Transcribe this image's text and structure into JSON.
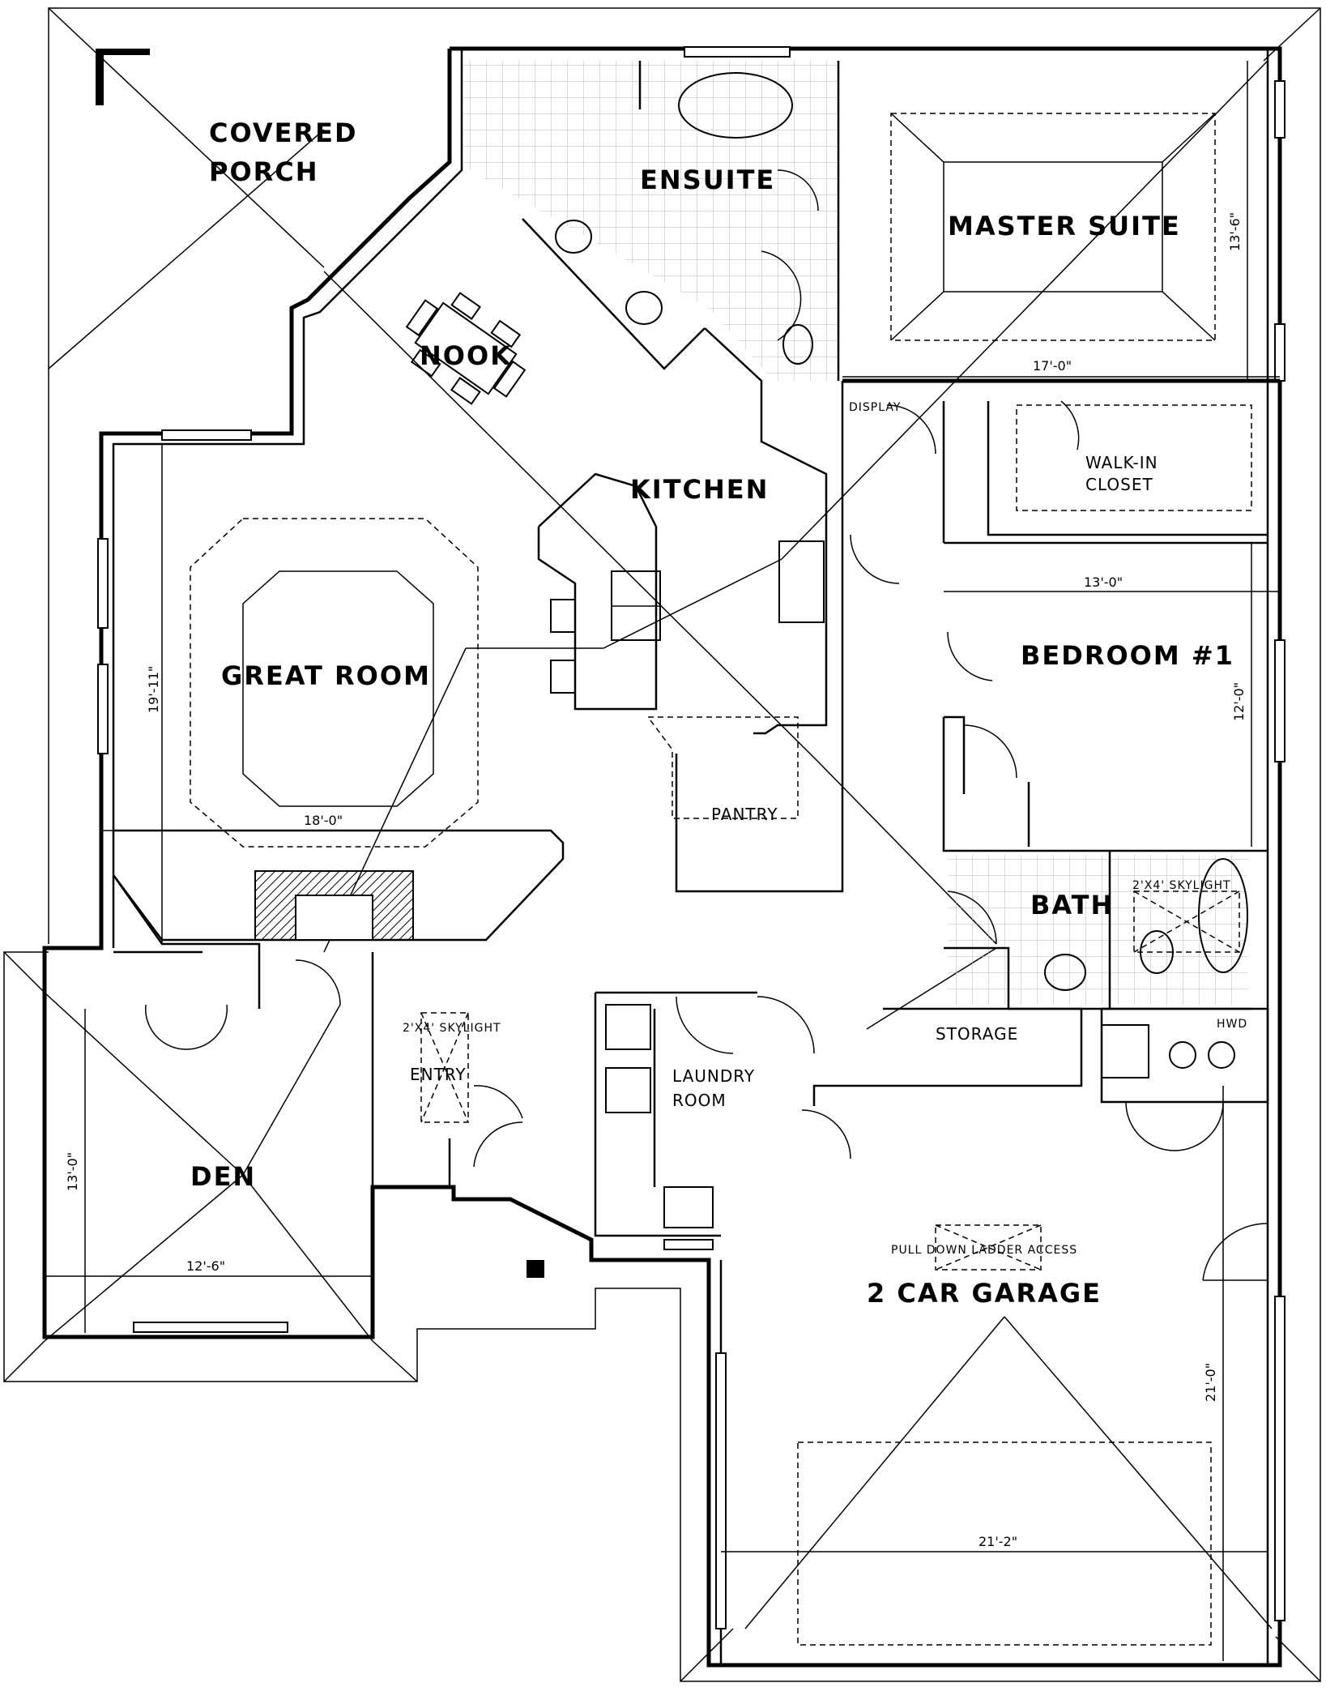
{
  "plan": {
    "rooms": {
      "covered_porch": [
        "COVERED",
        "PORCH"
      ],
      "ensuite": "ENSUITE",
      "master_suite": "MASTER SUITE",
      "nook": "NOOK",
      "kitchen": "KITCHEN",
      "walk_in_closet": [
        "WALK-IN",
        "CLOSET"
      ],
      "display": "DISPLAY",
      "great_room": "GREAT ROOM",
      "bedroom_1": "BEDROOM #1",
      "pantry": "PANTRY",
      "bath": "BATH",
      "storage": "STORAGE",
      "laundry_room": [
        "LAUNDRY",
        "ROOM"
      ],
      "entry": "ENTRY",
      "den": "DEN",
      "garage": "2 CAR GARAGE"
    },
    "notes": {
      "skylight_entry": "2'X4' SKYLIGHT",
      "skylight_bath": "2'X4' SKYLIGHT",
      "ladder_access": "PULL DOWN LADDER ACCESS",
      "hwd": "HWD"
    },
    "dimensions": {
      "master_depth": "13'-6\"",
      "master_width": "17'-0\"",
      "bedroom_width": "13'-0\"",
      "bedroom_depth": "12'-0\"",
      "great_room_depth": "19'-11\"",
      "great_room_width": "18'-0\"",
      "den_depth": "13'-0\"",
      "den_width": "12'-6\"",
      "garage_depth": "21'-0\"",
      "garage_width": "21'-2\""
    }
  }
}
